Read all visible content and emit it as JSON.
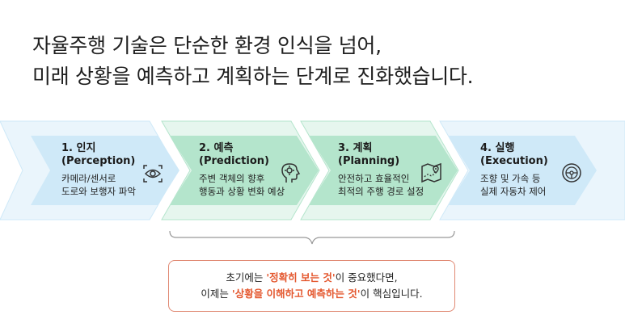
{
  "headline": {
    "line1": "자율주행 기술은 단순한 환경 인식을 넘어,",
    "line2": "미래 상황을 예측하고 계획하는 단계로 진화했습니다."
  },
  "steps": [
    {
      "title": "1. 인지",
      "subtitle": "(Perception)",
      "desc1": "카메라/센서로",
      "desc2": "도로와 보행자 파악",
      "icon": "eye-scan-icon",
      "color": "#cfe9f8"
    },
    {
      "title": "2. 예측",
      "subtitle": "(Prediction)",
      "desc1": "주변 객체의 향후",
      "desc2": "행동과 상황 변화 예상",
      "icon": "head-gear-icon",
      "color": "#b4e5cc"
    },
    {
      "title": "3. 계획",
      "subtitle": "(Planning)",
      "desc1": "안전하고 효율적인",
      "desc2": "최적의 주행 경로 설정",
      "icon": "map-route-icon",
      "color": "#b4e5cc"
    },
    {
      "title": "4. 실행",
      "subtitle": "(Execution)",
      "desc1": "조향 및 가속 등",
      "desc2": "실제 자동차 제어",
      "icon": "steering-wheel-icon",
      "color": "#cfe9f8"
    }
  ],
  "callout": {
    "l1_a": "초기에는 ",
    "l1_hl": "'정확히 보는 것'",
    "l1_b": "이 중요했다면,",
    "l2_a": "이제는 ",
    "l2_hl": "'상황을 이해하고 예측하는 것'",
    "l2_b": "이 핵심입니다."
  },
  "colors": {
    "blue_fill": "#cfe9f8",
    "green_fill": "#b4e5cc",
    "highlight": "#e4572e",
    "callout_border": "#e08872"
  }
}
